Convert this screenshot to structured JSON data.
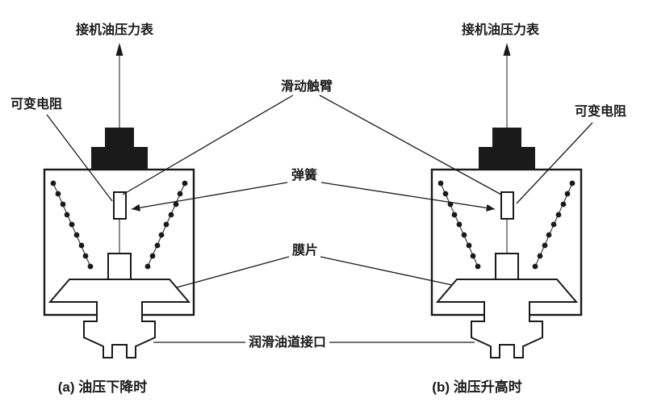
{
  "figure": {
    "background": "#ffffff",
    "line_color": "#1a1a1a",
    "left": {
      "gauge_label": "接机油压力表",
      "resistor_label": "可变电阻",
      "caption": "(a) 油压下降时"
    },
    "right": {
      "gauge_label": "接机油压力表",
      "resistor_label": "可变电阻",
      "caption": "(b) 油压升高时"
    },
    "shared": {
      "sliding_arm_label": "滑动触臂",
      "spring_label": "弹簧",
      "diaphragm_label": "膜片",
      "oil_port_label": "润滑油道接口"
    }
  }
}
